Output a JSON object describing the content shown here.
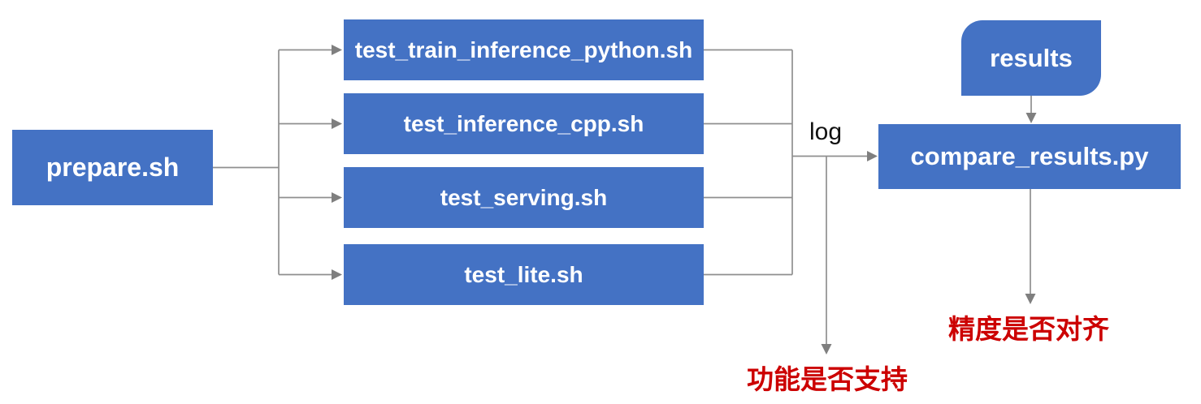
{
  "colors": {
    "node-fill": "#4472C4",
    "node-text": "#ffffff",
    "line": "#8f8f8f",
    "arrow": "#7f7f7f",
    "annotation-red": "#cc0000",
    "label-black": "#111111"
  },
  "diagram": {
    "nodes": {
      "prepare": {
        "label": "prepare.sh"
      },
      "tests": [
        {
          "label": "test_train_inference_python.sh"
        },
        {
          "label": "test_inference_cpp.sh"
        },
        {
          "label": "test_serving.sh"
        },
        {
          "label": "test_lite.sh"
        }
      ],
      "results": {
        "label": "results"
      },
      "compare": {
        "label": "compare_results.py"
      }
    },
    "edge_labels": {
      "log": "log"
    },
    "annotations": {
      "function_support": "功能是否支持",
      "precision_aligned": "精度是否对齐"
    }
  }
}
